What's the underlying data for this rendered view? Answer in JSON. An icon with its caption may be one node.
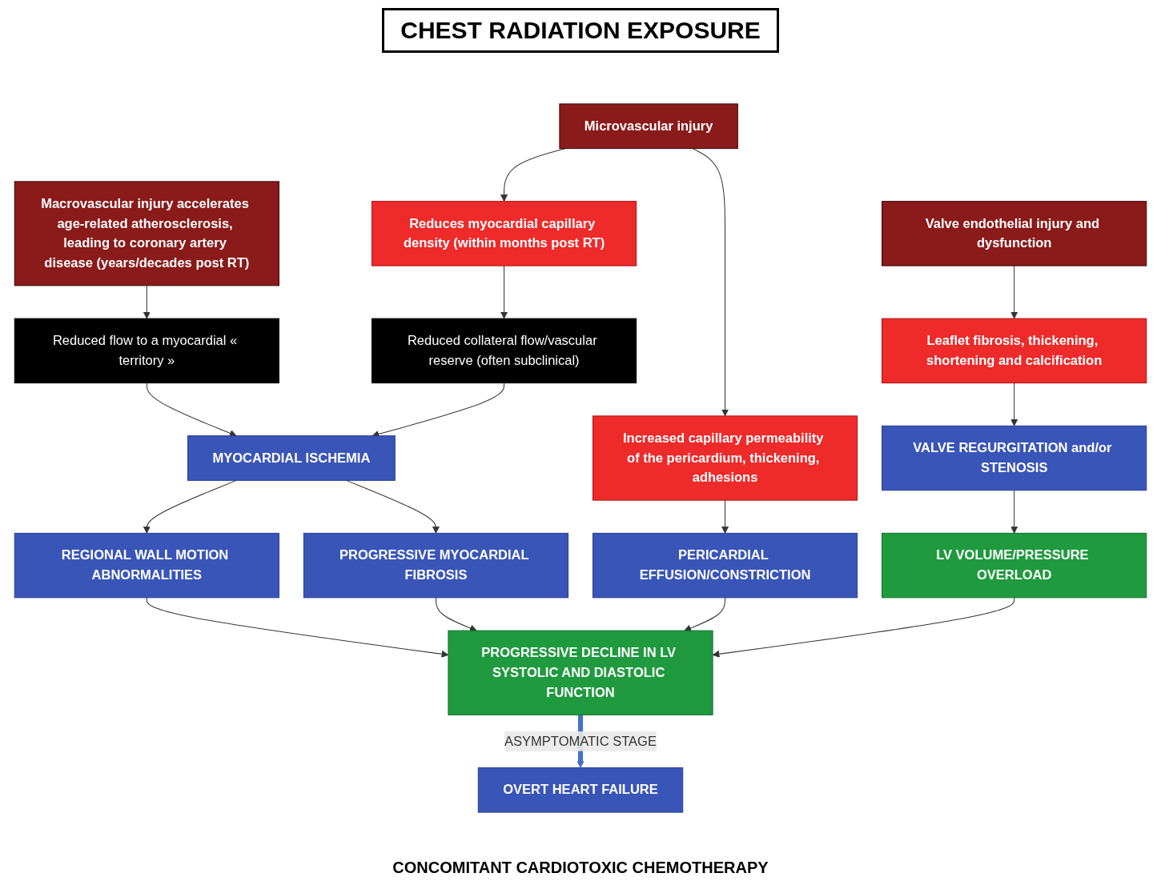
{
  "diagram": {
    "title": "CHEST RADIATION EXPOSURE",
    "nodes": [
      {
        "text": [
          "Macrovascular injury accelerates age-related atherosclerosis, leading to coronary artery disease (years/decades post RT)"
        ]
      },
      {
        "text": [
          "Microvascular injury"
        ]
      },
      {
        "text": [
          "Valve endothelial injury and dysfunction"
        ]
      },
      {
        "text": [
          "Reduces myocardial capillary density (within months post RT)"
        ]
      },
      {
        "text": [
          "Reduced flow to a myocardial « territory »"
        ]
      },
      {
        "text": [
          "Reduced collateral flow/vascular reserve (often subclinical)"
        ]
      },
      {
        "text": [
          "Increased capillary permeability of the pericardium, thickening, adhesions"
        ]
      },
      {
        "text": [
          "Leaflet fibrosis, thickening, shortening and calcification"
        ]
      },
      {
        "text": [
          "MYOCARDIAL ISCHEMIA"
        ]
      },
      {
        "text": [
          "VALVE REGURGITATION and/or STENOSIS"
        ]
      },
      {
        "text": [
          "PERICARDIAL EFFUSION/CONSTRICTION"
        ]
      },
      {
        "text": [
          "REGIONAL WALL MOTION ABNORMALITIES"
        ]
      },
      {
        "text": [
          "PROGRESSIVE MYOCARDIAL FIBROSIS"
        ]
      },
      {
        "text": [
          "PROGRESSIVE DECLINE IN LV SYSTOLIC AND DIASTOLIC FUNCTION"
        ]
      },
      {
        "text": [
          "LV VOLUME/PRESSURE OVERLOAD"
        ]
      },
      {
        "text": [
          "OVERT HEART FAILURE"
        ]
      }
    ],
    "edges": [
      {
        "from": 0,
        "to": 4,
        "arrow": "to"
      },
      {
        "from": 1,
        "to": 3,
        "arrow": "to"
      },
      {
        "from": 1,
        "to": 6,
        "arrow": "to"
      },
      {
        "from": 2,
        "to": 7,
        "arrow": "to"
      },
      {
        "from": 3,
        "to": 5,
        "arrow": "to"
      },
      {
        "from": 4,
        "to": 8,
        "arrow": "to"
      },
      {
        "from": 5,
        "to": 8,
        "arrow": "to"
      },
      {
        "from": 6,
        "to": 10,
        "arrow": "to"
      },
      {
        "from": 7,
        "to": 9,
        "arrow": "to"
      },
      {
        "from": 8,
        "to": 11,
        "arrow": "to"
      },
      {
        "from": 8,
        "to": 12,
        "arrow": "to"
      },
      {
        "from": 9,
        "to": 14,
        "arrow": "to"
      },
      {
        "from": 11,
        "to": 13,
        "arrow": "to"
      },
      {
        "from": 12,
        "to": 13,
        "arrow": "to"
      },
      {
        "from": 10,
        "to": 13,
        "arrow": "to"
      },
      {
        "from": 14,
        "to": 13,
        "arrow": "to"
      },
      {
        "from": 13,
        "to": 15,
        "arrow": "to",
        "label": "ASYMPTOMATIC STAGE",
        "style": "thick",
        "color": "#4472c4"
      }
    ],
    "labels": [
      "CONCOMITANT CARDIOTOXIC CHEMOTHERAPY"
    ]
  }
}
